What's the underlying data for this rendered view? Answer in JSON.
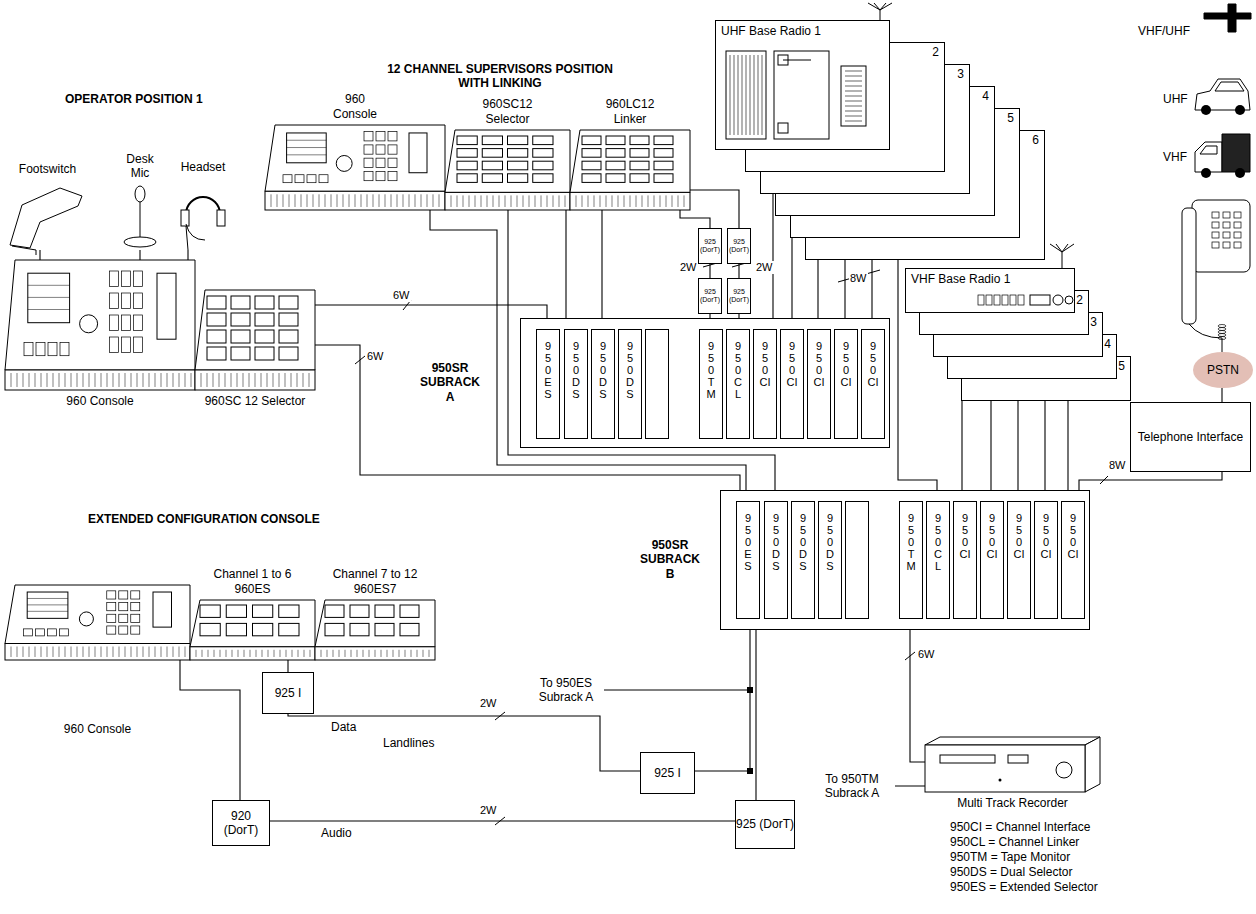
{
  "diagram": {
    "nodes": [
      {
        "text": [
          "Footswitch"
        ]
      },
      {
        "text": [
          "Desk Mic"
        ]
      },
      {
        "text": [
          "Headset"
        ]
      },
      {
        "text": [
          "960 Console"
        ]
      },
      {
        "text": [
          "960SC 12 Selector"
        ]
      },
      {
        "text": [
          "960 Console"
        ]
      },
      {
        "text": [
          "960SC12 Selector"
        ]
      },
      {
        "text": [
          "960LC12 Linker"
        ]
      },
      {
        "text": [
          "UHF Base Radio 1"
        ]
      },
      {
        "text": [
          "2"
        ]
      },
      {
        "text": [
          "3"
        ]
      },
      {
        "text": [
          "4"
        ]
      },
      {
        "text": [
          "5"
        ]
      },
      {
        "text": [
          "6"
        ]
      },
      {
        "text": [
          "925 (DorT)"
        ]
      },
      {
        "text": [
          "925 (DorT)"
        ]
      },
      {
        "text": [
          "925 (DorT)"
        ]
      },
      {
        "text": [
          "925 (DorT)"
        ]
      },
      {
        "text": [
          "950SR SUBRACK A"
        ]
      },
      {
        "text": [
          "950 ES"
        ],
        "in": 18
      },
      {
        "text": [
          "950 DS"
        ],
        "in": 18
      },
      {
        "text": [
          "950 DS"
        ],
        "in": 18
      },
      {
        "text": [
          "950 DS"
        ],
        "in": 18
      },
      {
        "text": [
          "950 TM"
        ],
        "in": 18
      },
      {
        "text": [
          "950 CL"
        ],
        "in": 18
      },
      {
        "text": [
          "950 CI"
        ],
        "in": 18
      },
      {
        "text": [
          "950 CI"
        ],
        "in": 18
      },
      {
        "text": [
          "950 CI"
        ],
        "in": 18
      },
      {
        "text": [
          "950 CI"
        ],
        "in": 18
      },
      {
        "text": [
          "950 CI"
        ],
        "in": 18
      },
      {
        "text": [
          "VHF Base Radio 1"
        ]
      },
      {
        "text": [
          "2"
        ]
      },
      {
        "text": [
          "3"
        ]
      },
      {
        "text": [
          "4"
        ]
      },
      {
        "text": [
          "5"
        ]
      },
      {
        "text": [
          "PSTN"
        ]
      },
      {
        "text": [
          "Telephone Interface"
        ]
      },
      {
        "text": [
          "950SR SUBRACK B"
        ]
      },
      {
        "text": [
          "950 ES"
        ],
        "in": 37
      },
      {
        "text": [
          "950 DS"
        ],
        "in": 37
      },
      {
        "text": [
          "950 DS"
        ],
        "in": 37
      },
      {
        "text": [
          "950 DS"
        ],
        "in": 37
      },
      {
        "text": [
          "950 TM"
        ],
        "in": 37
      },
      {
        "text": [
          "950 CL"
        ],
        "in": 37
      },
      {
        "text": [
          "950 CI"
        ],
        "in": 37
      },
      {
        "text": [
          "950 CI"
        ],
        "in": 37
      },
      {
        "text": [
          "950 CI"
        ],
        "in": 37
      },
      {
        "text": [
          "950 CI"
        ],
        "in": 37
      },
      {
        "text": [
          "950 CI"
        ],
        "in": 37
      },
      {
        "text": [
          "960 Console"
        ]
      },
      {
        "text": [
          "Channel 1 to 6",
          "960ES"
        ]
      },
      {
        "text": [
          "Channel 7 to 12",
          "960ES7"
        ]
      },
      {
        "text": [
          "925 I"
        ]
      },
      {
        "text": [
          "925 I"
        ]
      },
      {
        "text": [
          "920 (DorT)"
        ]
      },
      {
        "text": [
          "925 (DorT)"
        ]
      },
      {
        "text": [
          "Multi Track Recorder"
        ]
      }
    ],
    "edges": [
      {
        "from": 0,
        "to": 3,
        "arrow": "none"
      },
      {
        "from": 1,
        "to": 3,
        "arrow": "none"
      },
      {
        "from": 2,
        "to": 3,
        "arrow": "none"
      },
      {
        "from": 4,
        "to": 19,
        "label": "6W",
        "arrow": "none"
      },
      {
        "from": 4,
        "to": 38,
        "label": "6W",
        "arrow": "none"
      },
      {
        "from": 5,
        "to": 38,
        "arrow": "none"
      },
      {
        "from": 6,
        "to": 39,
        "arrow": "none"
      },
      {
        "from": 6,
        "to": 20,
        "arrow": "none"
      },
      {
        "from": 7,
        "to": 21,
        "arrow": "none"
      },
      {
        "from": 7,
        "to": 14,
        "arrow": "none"
      },
      {
        "from": 7,
        "to": 15,
        "arrow": "none"
      },
      {
        "from": 14,
        "to": 16,
        "label": "2W",
        "arrow": "none"
      },
      {
        "from": 15,
        "to": 17,
        "label": "2W",
        "arrow": "none"
      },
      {
        "from": 16,
        "to": 23,
        "arrow": "none"
      },
      {
        "from": 17,
        "to": 24,
        "arrow": "none"
      },
      {
        "from": 8,
        "to": 25,
        "arrow": "none"
      },
      {
        "from": 9,
        "to": 26,
        "arrow": "none"
      },
      {
        "from": 10,
        "to": 27,
        "arrow": "none"
      },
      {
        "from": 11,
        "to": 28,
        "label": "8W",
        "arrow": "none"
      },
      {
        "from": 12,
        "to": 29,
        "arrow": "none"
      },
      {
        "from": 13,
        "to": 43,
        "arrow": "none"
      },
      {
        "from": 30,
        "to": 44,
        "arrow": "none"
      },
      {
        "from": 31,
        "to": 45,
        "arrow": "none"
      },
      {
        "from": 32,
        "to": 46,
        "arrow": "none"
      },
      {
        "from": 33,
        "to": 47,
        "arrow": "none"
      },
      {
        "from": 34,
        "to": 48,
        "arrow": "none"
      },
      {
        "from": 35,
        "to": 36,
        "arrow": "none"
      },
      {
        "from": 36,
        "to": 48,
        "label": "8W",
        "arrow": "none"
      },
      {
        "from": 42,
        "to": 56,
        "label": "6W",
        "arrow": "none"
      },
      {
        "from": 49,
        "to": 54,
        "arrow": "none"
      },
      {
        "from": 50,
        "to": 52,
        "arrow": "none"
      },
      {
        "from": 52,
        "to": 53,
        "label": "Data",
        "arrow": "none"
      },
      {
        "from": 54,
        "to": 55,
        "label": "Audio",
        "arrow": "none"
      },
      {
        "from": 53,
        "to": 38,
        "arrow": "none"
      },
      {
        "from": 55,
        "to": 38,
        "arrow": "none"
      }
    ],
    "labels": [
      "OPERATOR POSITION 1",
      "12 CHANNEL SUPERVISORS POSITION WITH LINKING",
      "EXTENDED CONFIGURATION CONSOLE",
      "VHF/UHF",
      "UHF",
      "VHF",
      "2W",
      "Landlines",
      "2W",
      "To 950ES Subrack A",
      "To 950TM Subrack A",
      "950CI = Channel Interface",
      "950CL = Channel Linker",
      "950TM = Tape Monitor",
      "950DS = Dual Selector",
      "950ES = Extended Selector"
    ]
  }
}
